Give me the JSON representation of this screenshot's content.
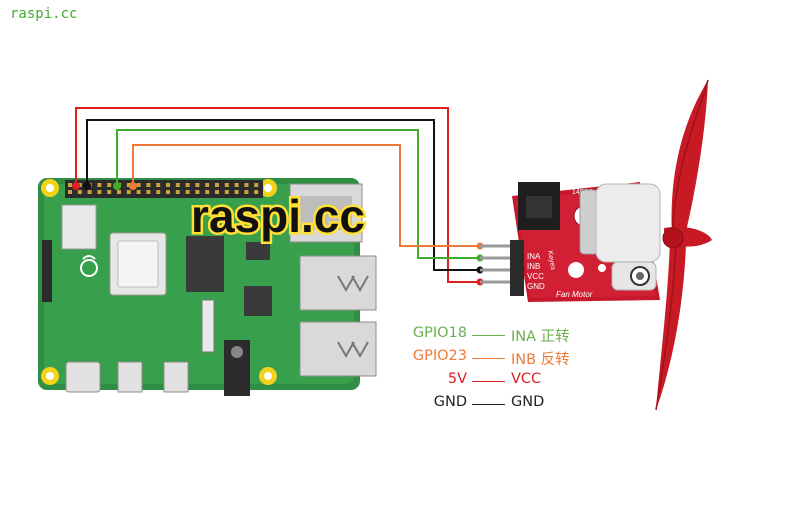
{
  "watermark": "raspi.cc",
  "board_watermark": "raspi.cc",
  "module": {
    "chip_label": "140C0",
    "brand_label": "Keyes",
    "title_label": "Fan Motor",
    "pin_labels": [
      "INA",
      "INB",
      "VCC",
      "GND"
    ]
  },
  "connections": [
    {
      "left": "GPIO18",
      "right": "INA 正转",
      "color": "#6ab04c"
    },
    {
      "left": "GPIO23",
      "right": "INB 反转",
      "color": "#ee7a3a"
    },
    {
      "left": "5V",
      "right": "VCC",
      "color": "#e02020"
    },
    {
      "left": "GND",
      "right": "GND",
      "color": "#222222"
    }
  ],
  "colors": {
    "board": "#2f8e43",
    "module": "#c8162a",
    "propeller": "#c81a24",
    "wire_red": "#e02020",
    "wire_black": "#111111",
    "wire_green": "#3fae2a",
    "wire_orange": "#ee7a3a"
  }
}
